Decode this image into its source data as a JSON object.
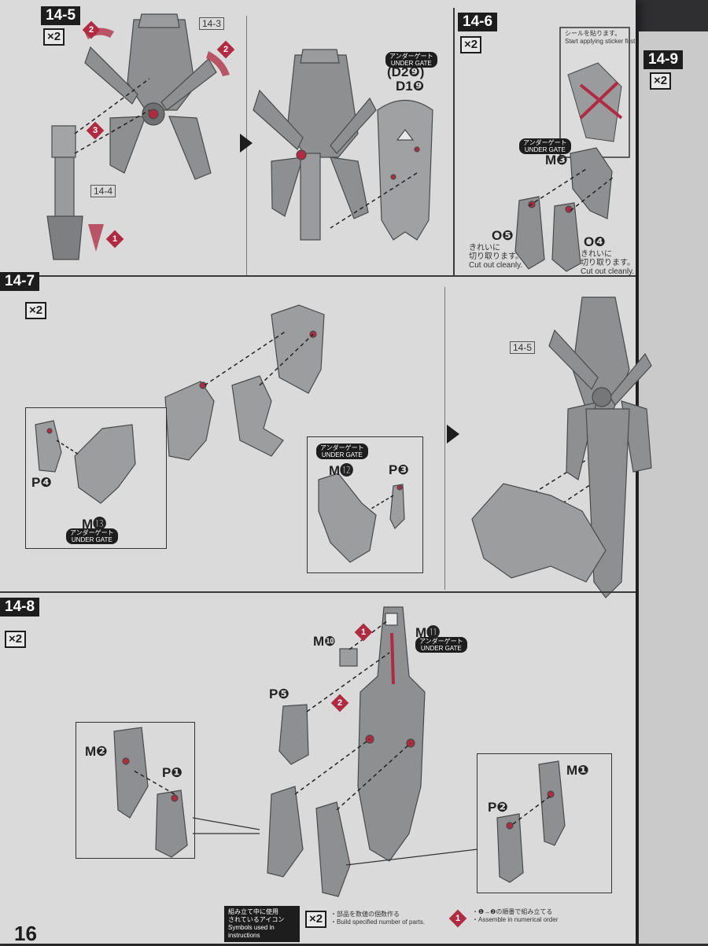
{
  "page": {
    "number": "16"
  },
  "steps": {
    "s14_5": {
      "label": "14-5",
      "multiplier": "×2",
      "callout_a": "14-3",
      "callout_b": "14-4",
      "gate_jp": "アンダーゲート",
      "gate_en": "UNDER GATE",
      "part_a": "(D2❾)",
      "part_b": "D1❾",
      "order1": "1",
      "order2": "2",
      "order3": "3"
    },
    "s14_6": {
      "label": "14-6",
      "multiplier": "×2",
      "sticker_jp": "シールを貼ります。",
      "sticker_en": "Start applying sticker first.",
      "gate_jp": "アンダーゲート",
      "gate_en": "UNDER GATE",
      "part_m": "M❸",
      "part_o5": "O❺",
      "part_o4": "O❹",
      "cut_jp_a": "きれいに",
      "cut_jp_b": "切り取ります。",
      "cut_en": "Cut out cleanly."
    },
    "s14_7": {
      "label": "14-7",
      "multiplier": "×2",
      "part_p4": "P❹",
      "part_m13": "M⓭",
      "part_m12": "M⓬",
      "part_p3": "P❸",
      "callout": "14-5",
      "gate_jp": "アンダーゲート",
      "gate_en": "UNDER GATE"
    },
    "s14_8": {
      "label": "14-8",
      "multiplier": "×2",
      "part_m10": "M❿",
      "part_m11": "M⓫",
      "part_p5": "P❺",
      "part_m2": "M❷",
      "part_p1": "P❶",
      "part_m1": "M❶",
      "part_p2": "P❷",
      "gate_jp": "アンダーゲート",
      "gate_en": "UNDER GATE",
      "order1": "1",
      "order2": "2"
    },
    "s14_9": {
      "label": "14-9",
      "multiplier": "×2"
    }
  },
  "legend": {
    "title_jp_a": "組み立て中に使用",
    "title_jp_b": "されているアイコン",
    "title_en": "Symbols used in instructions",
    "mult_badge": "×2",
    "mult_jp": "・部品を数値の個数作る",
    "mult_en": "・Build specified number of parts.",
    "order_badge": "1",
    "order_jp": "・❶→❷の順番で組み立てる",
    "order_en": "・Assemble in numerical order"
  },
  "colors": {
    "paper": "#d9dad9",
    "ink": "#1d1d1d",
    "accent": "#b02a42",
    "part": "#8e8f91"
  }
}
